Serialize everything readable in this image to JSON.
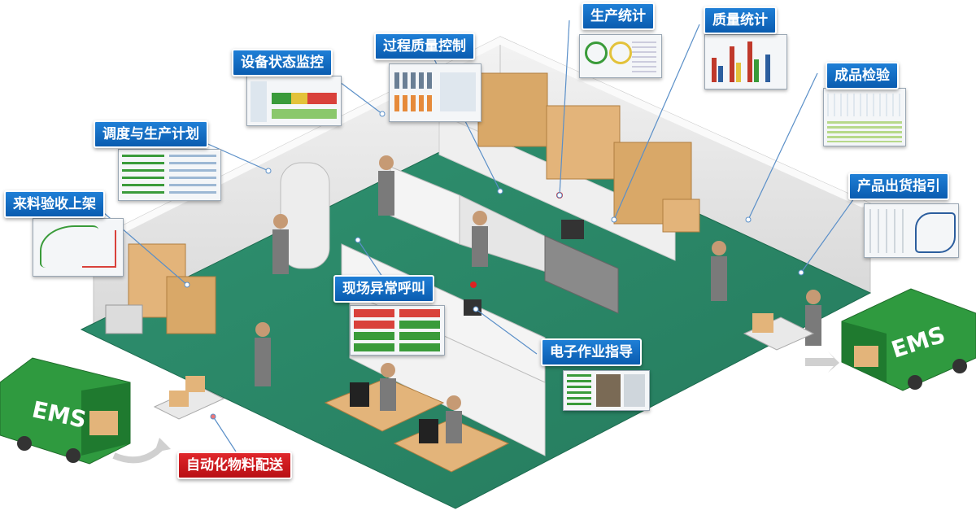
{
  "callouts": {
    "production_stats": "生产统计",
    "quality_stats": "质量统计",
    "process_quality_control": "过程质量控制",
    "equipment_monitoring": "设备状态监控",
    "finished_inspection": "成品检验",
    "scheduling_planning": "调度与生产计划",
    "shipping_guidance": "产品出货指引",
    "receiving_shelving": "来料验收上架",
    "andon_call": "现场异常呼叫",
    "electronic_sop": "电子作业指导",
    "auto_material_delivery": "自动化物料配送"
  },
  "trucks": {
    "left_label": "EMS",
    "right_label": "EMS"
  },
  "colors": {
    "floor": "#2e8b6b",
    "wall": "#e8e8e8",
    "callout_blue": "#0a63b8",
    "callout_red": "#c8151b",
    "truck_green": "#2f9a3f",
    "box": "#e3b47a"
  }
}
